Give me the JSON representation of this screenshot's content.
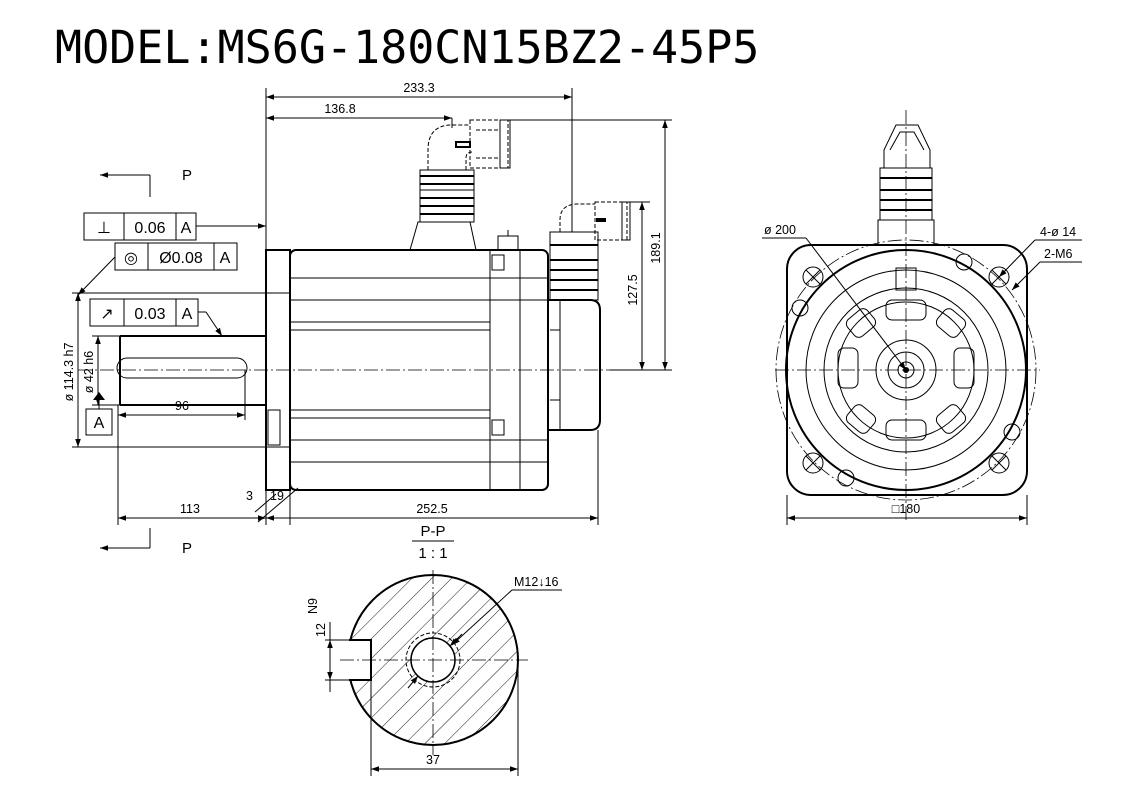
{
  "title": "MODEL:MS6G-180CN15BZ2-45P5",
  "side_view": {
    "dims": {
      "overall_connector": "233.3",
      "connector_offset": "136.8",
      "height_total": "189.1",
      "height_connector": "127.5",
      "shaft_key_length": "96",
      "shaft_length": "113",
      "flange_gap": "3",
      "flange_thickness": "19",
      "body_length": "252.5",
      "spigot_dia": "ø 114.3 h7",
      "shaft_dia": "ø 42 h6"
    },
    "section_marker": "P",
    "datum": "A",
    "tolerances": [
      {
        "symbol": "⊥",
        "value": "0.06",
        "datum": "A"
      },
      {
        "symbol": "◎",
        "value": "Ø0.08",
        "datum": "A"
      },
      {
        "symbol": "↗",
        "value": "0.03",
        "datum": "A"
      }
    ]
  },
  "front_view": {
    "pcd": "ø 200",
    "holes": "4-ø 14",
    "threads": "2-M6",
    "square": "□180"
  },
  "section_view": {
    "title": "P-P",
    "scale": "1 : 1",
    "thread": "M12↓16",
    "key_width": "N9",
    "key_height": "12",
    "shaft_height": "37"
  }
}
